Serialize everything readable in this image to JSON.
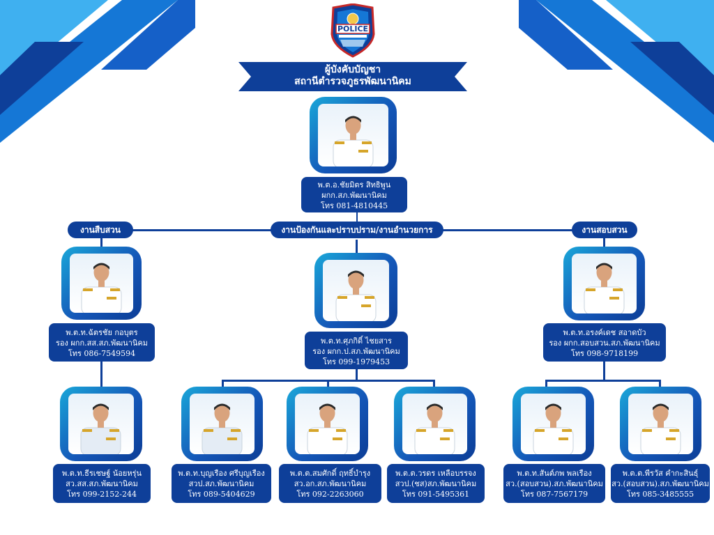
{
  "badge": {
    "text": "POLICE"
  },
  "title": {
    "line1": "ผู้บังคับบัญชา",
    "line2": "สถานีตำรวจภูธรพัฒนานิคม"
  },
  "departments": {
    "left": "งานสืบสวน",
    "center": "งานป้องกันและปราบปราม/งานอำนวยการ",
    "right": "งานสอบสวน"
  },
  "people": [
    {
      "name": "พ.ต.อ.ชัยมิตร สิทธิพูน",
      "position": "ผกก.สภ.พัฒนานิคม",
      "phone": "โทร 081-4810445"
    },
    {
      "name": "พ.ต.ท.ฉัตรชัย กอบุตร",
      "position": "รอง ผกก.สส.สภ.พัฒนานิคม",
      "phone": "โทร 086-7549594"
    },
    {
      "name": "พ.ต.ท.ศุภกิดิ์ ไชยสาร",
      "position": "รอง ผกก.ป.สภ.พัฒนานิคม",
      "phone": "โทร 099-1979453"
    },
    {
      "name": "พ.ต.ท.อรงค์เดช สอาดบัว",
      "position": "รอง ผกก.สอบสวน.สภ.พัฒนานิคม",
      "phone": "โทร 098-9718199"
    },
    {
      "name": "พ.ต.ท.ธีรเชษฐ์ น้อยหรุ่น",
      "position": "สว.สส.สภ.พัฒนานิคม",
      "phone": "โทร 099-2152-244"
    },
    {
      "name": "พ.ต.ท.บุญเรือง ศรีบุญเรือง",
      "position": "สวป.สภ.พัฒนานิคม",
      "phone": "โทร 089-5404629"
    },
    {
      "name": "พ.ต.ต.สมศักดิ์ ฤทธิ์บำรุง",
      "position": "สว.อก.สภ.พัฒนานิคม",
      "phone": "โทร 092-2263060"
    },
    {
      "name": "พ.ต.ต.วรดร เหลือบรรจง",
      "position": "สวป.(ชส)สภ.พัฒนานิคม",
      "phone": "โทร 091-5495361"
    },
    {
      "name": "พ.ต.ท.สันต์ภพ พลเรือง",
      "position": "สว.(สอบสวน).สภ.พัฒนานิคม",
      "phone": "โทร 087-7567179"
    },
    {
      "name": "พ.ต.ต.พีรวัส คำกะสินธุ์",
      "position": "สว.(สอบสวน).สภ.พัฒนานิคม",
      "phone": "โทร 085-3485555"
    }
  ],
  "colors": {
    "navy": "#0e3f99",
    "cyan": "#1aa7d9",
    "sky": "#3fb0f0"
  }
}
